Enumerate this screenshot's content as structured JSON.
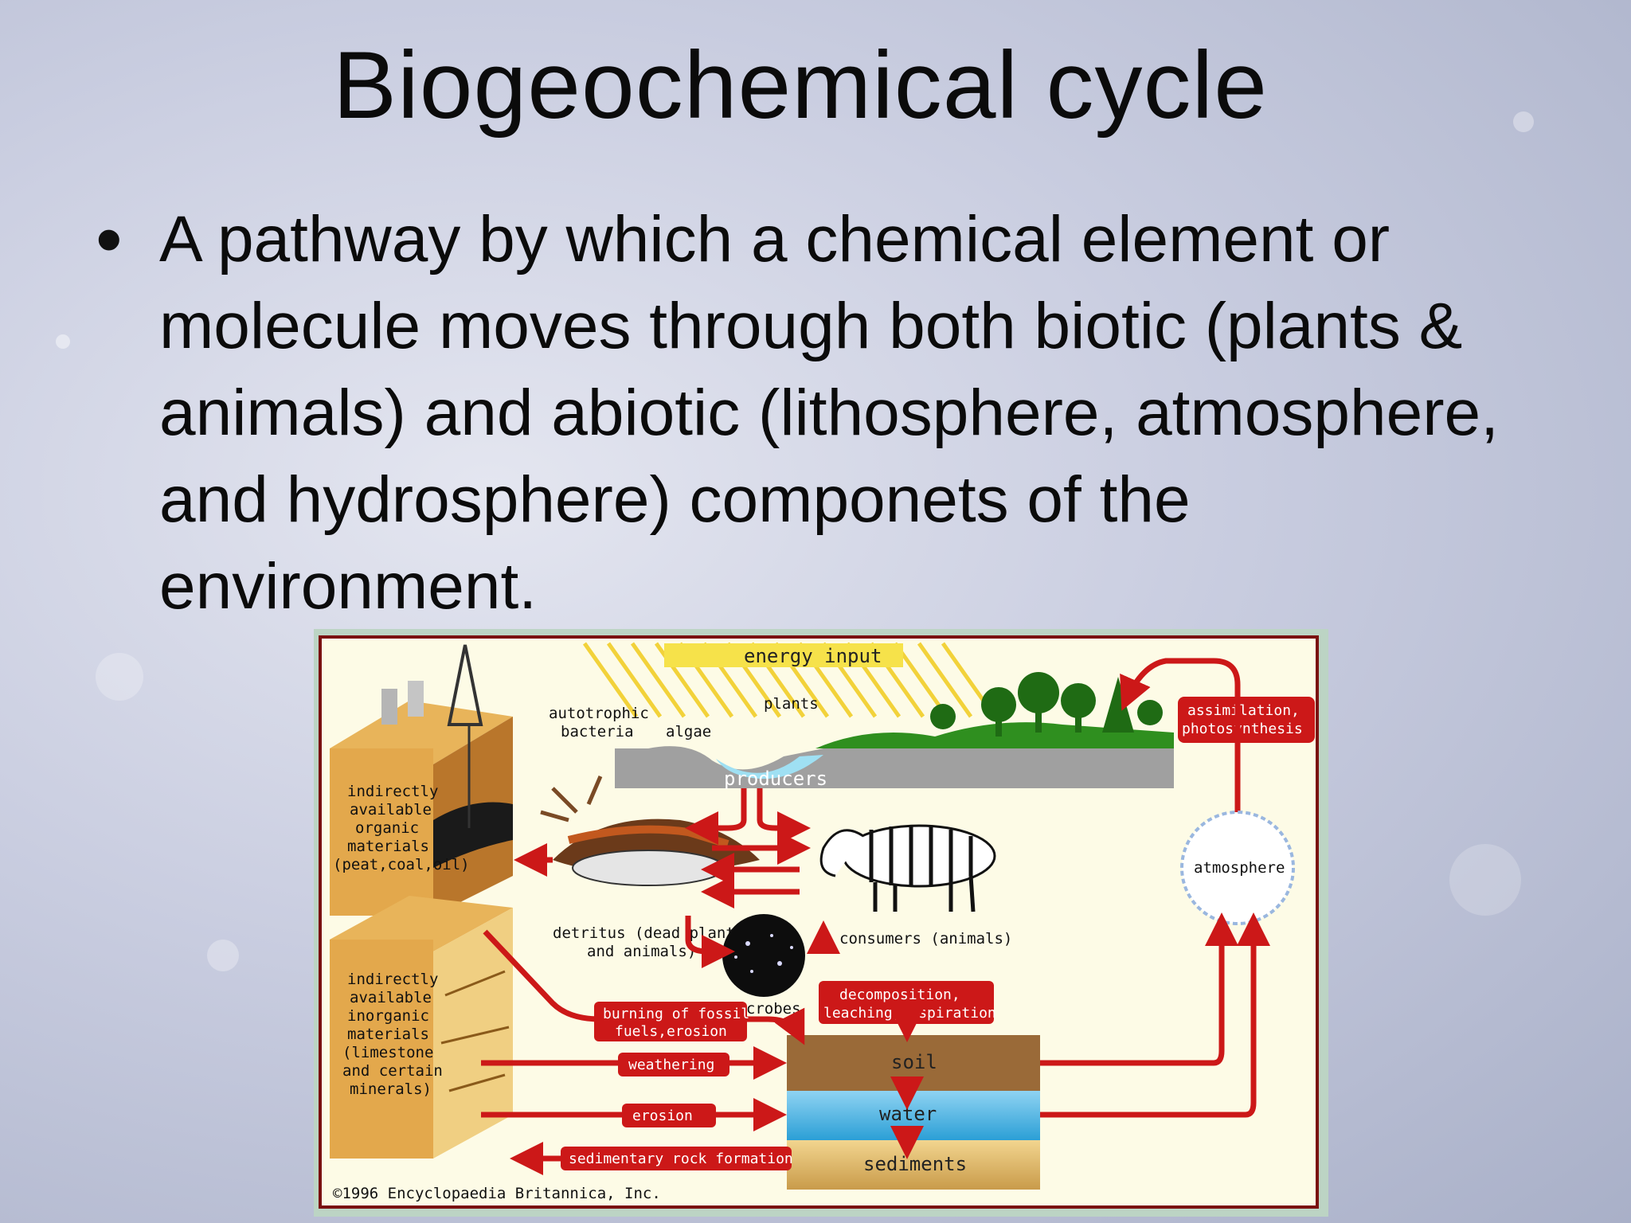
{
  "slide": {
    "title": "Biogeochemical cycle",
    "bullet": "A pathway by which a chemical element or molecule moves through both biotic (plants & animals) and abiotic (lithosphere, atmosphere, and hydrosphere) componets of the environment."
  },
  "diagram": {
    "energy_input": "energy input",
    "autotrophic_1": "autotrophic",
    "autotrophic_2": "bacteria",
    "algae": "algae",
    "plants": "plants",
    "producers": "producers",
    "assimilation_1": "assimilation,",
    "assimilation_2": "photosynthesis",
    "atmosphere": "atmosphere",
    "organic_1": "indirectly",
    "organic_2": "available",
    "organic_3": "organic",
    "organic_4": "materials",
    "organic_5": "(peat,coal,oil)",
    "inorganic_1": "indirectly",
    "inorganic_2": "available",
    "inorganic_3": "inorganic",
    "inorganic_4": "materials",
    "inorganic_5": "(limestone",
    "inorganic_6": "and certain",
    "inorganic_7": "minerals)",
    "detritus_1": "detritus (dead plants",
    "detritus_2": "and animals)",
    "consumers": "consumers (animals)",
    "microbes": "microbes",
    "decomposition_1": "decomposition,",
    "decomposition_2": "leaching,respiration",
    "burning_1": "burning of fossil",
    "burning_2": "fuels,erosion",
    "weathering": "weathering",
    "erosion": "erosion",
    "sedimentary": "sedimentary rock formation",
    "soil": "soil",
    "water": "water",
    "sediments": "sediments",
    "copyright": "©1996 Encyclopaedia Britannica, Inc."
  },
  "colors": {
    "arrow_red": "#cc1818",
    "sun_yellow": "#f6e24a",
    "diagram_bg": "#fdfbe6",
    "frame": "#bcd4c4"
  }
}
